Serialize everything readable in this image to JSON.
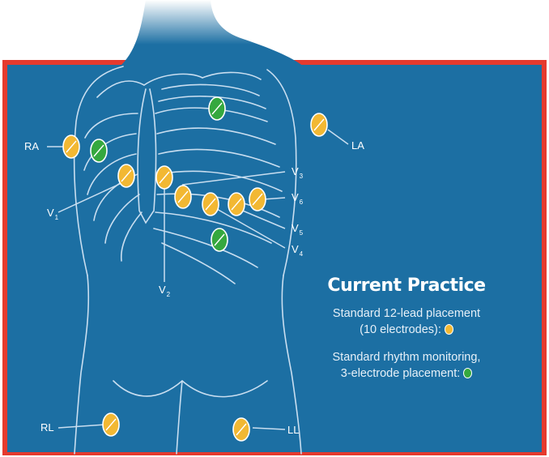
{
  "colors": {
    "background": "#1c6fa3",
    "frame": "#e53a2e",
    "outline": "#c9def0",
    "twelve_lead_electrode": "#f2b833",
    "rhythm_electrode": "#35a83f"
  },
  "electrodes": {
    "RA": "RA",
    "LA": "LA",
    "RL": "RL",
    "LL": "LL",
    "v_prefix": "V",
    "V1": "1",
    "V2": "2",
    "V3": "3",
    "V4": "4",
    "V5": "5",
    "V6": "6"
  },
  "legend": {
    "title": "Current Practice",
    "twelve_lead_line1": "Standard 12-lead placement",
    "twelve_lead_line2": "(10 electrodes):",
    "rhythm_line1": "Standard rhythm monitoring,",
    "rhythm_line2": "3-electrode placement:"
  }
}
